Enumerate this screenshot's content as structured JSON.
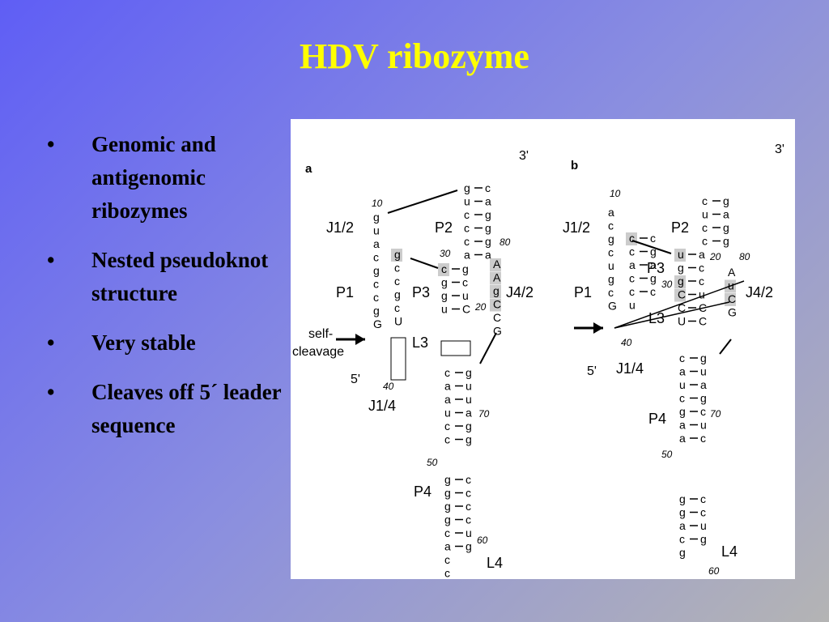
{
  "slide": {
    "title": "HDV ribozyme",
    "bullets": [
      "Genomic and antigenomic ribozymes",
      "Nested pseudoknot structure",
      "Very stable",
      "Cleaves off 5´ leader sequence"
    ],
    "bullet_glyph": "•"
  },
  "colors": {
    "title": "#ffff00",
    "highlight": "#cccccc"
  },
  "figure": {
    "panel_a": {
      "letter": "a",
      "end3": "3'",
      "end5": "5'",
      "labels": {
        "j12": "J1/2",
        "p1": "P1",
        "p2": "P2",
        "p3": "P3",
        "l3": "L3",
        "j42": "J4/2",
        "j14": "J1/4",
        "p4": "P4",
        "l4": "L4",
        "self_cleavage_1": "self-",
        "self_cleavage_2": "cleavage"
      },
      "numbers": {
        "n10": "10",
        "n20": "20",
        "n30": "30",
        "n40": "40",
        "n50": "50",
        "n60": "60",
        "n70": "70",
        "n80": "80"
      }
    },
    "panel_b": {
      "letter": "b",
      "end3": "3'",
      "end5": "5'",
      "labels": {
        "j12": "J1/2",
        "p1": "P1",
        "p2": "P2",
        "p3": "P3",
        "l3": "L3",
        "j42": "J4/2",
        "j14": "J1/4",
        "p4": "P4",
        "l4": "L4"
      },
      "numbers": {
        "n10": "10",
        "n20": "20",
        "n30": "30",
        "n40": "40",
        "n50": "50",
        "n60": "60",
        "n70": "70",
        "n80": "80"
      }
    }
  }
}
